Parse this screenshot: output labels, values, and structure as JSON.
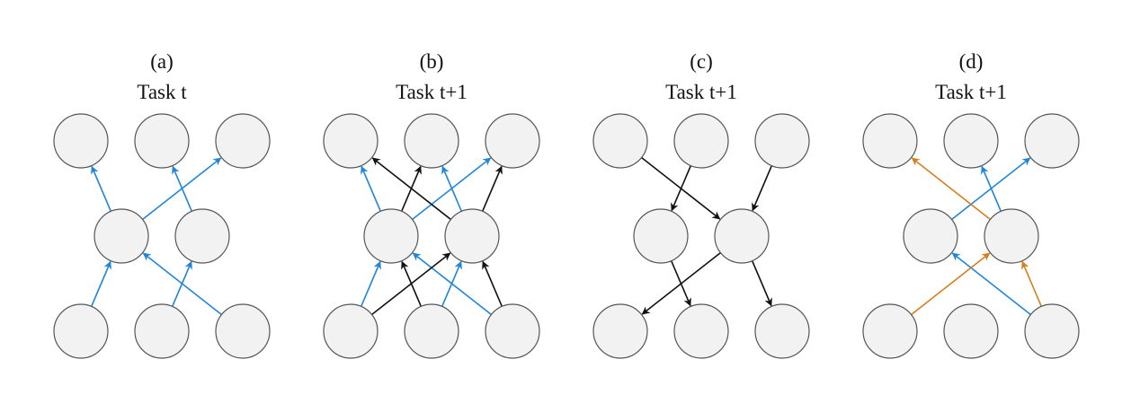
{
  "colors": {
    "blue": "#1f86d8",
    "black": "#111111",
    "orange": "#d57f17",
    "node_fill": "#f2f2f2",
    "node_stroke": "#555555"
  },
  "panels": [
    {
      "id": "a",
      "label": "(a)",
      "title": "Task t",
      "edges": [
        {
          "from": "b0",
          "to": "m0",
          "color": "blue"
        },
        {
          "from": "b2",
          "to": "m0",
          "color": "blue"
        },
        {
          "from": "b1",
          "to": "m1",
          "color": "blue"
        },
        {
          "from": "m0",
          "to": "t2",
          "color": "blue"
        },
        {
          "from": "m1",
          "to": "t1",
          "color": "blue"
        },
        {
          "from": "m0",
          "to": "t0",
          "color": "blue"
        }
      ]
    },
    {
      "id": "b",
      "label": "(b)",
      "title": "Task t+1",
      "edges": [
        {
          "from": "b0",
          "to": "m0",
          "color": "blue"
        },
        {
          "from": "b2",
          "to": "m0",
          "color": "blue"
        },
        {
          "from": "b1",
          "to": "m1",
          "color": "blue"
        },
        {
          "from": "m0",
          "to": "t2",
          "color": "blue"
        },
        {
          "from": "m1",
          "to": "t1",
          "color": "blue"
        },
        {
          "from": "m0",
          "to": "t0",
          "color": "blue"
        },
        {
          "from": "b0",
          "to": "m1",
          "color": "black"
        },
        {
          "from": "b1",
          "to": "m0",
          "color": "black"
        },
        {
          "from": "b2",
          "to": "m1",
          "color": "black"
        },
        {
          "from": "m1",
          "to": "t0",
          "color": "black"
        },
        {
          "from": "m0",
          "to": "t1",
          "color": "black"
        },
        {
          "from": "m1",
          "to": "t2",
          "color": "black"
        }
      ]
    },
    {
      "id": "c",
      "label": "(c)",
      "title": "Task t+1",
      "edges": [
        {
          "from": "t0",
          "to": "m1",
          "color": "black"
        },
        {
          "from": "t1",
          "to": "m0",
          "color": "black"
        },
        {
          "from": "t2",
          "to": "m1",
          "color": "black"
        },
        {
          "from": "m0",
          "to": "b1",
          "color": "black"
        },
        {
          "from": "m1",
          "to": "b0",
          "color": "black"
        },
        {
          "from": "m1",
          "to": "b2",
          "color": "black"
        }
      ]
    },
    {
      "id": "d",
      "label": "(d)",
      "title": "Task t+1",
      "edges": [
        {
          "from": "b2",
          "to": "m0",
          "color": "blue"
        },
        {
          "from": "m0",
          "to": "t2",
          "color": "blue"
        },
        {
          "from": "m1",
          "to": "t1",
          "color": "blue"
        },
        {
          "from": "b0",
          "to": "m1",
          "color": "orange"
        },
        {
          "from": "b2",
          "to": "m1",
          "color": "orange"
        },
        {
          "from": "m1",
          "to": "t0",
          "color": "orange"
        }
      ]
    }
  ]
}
